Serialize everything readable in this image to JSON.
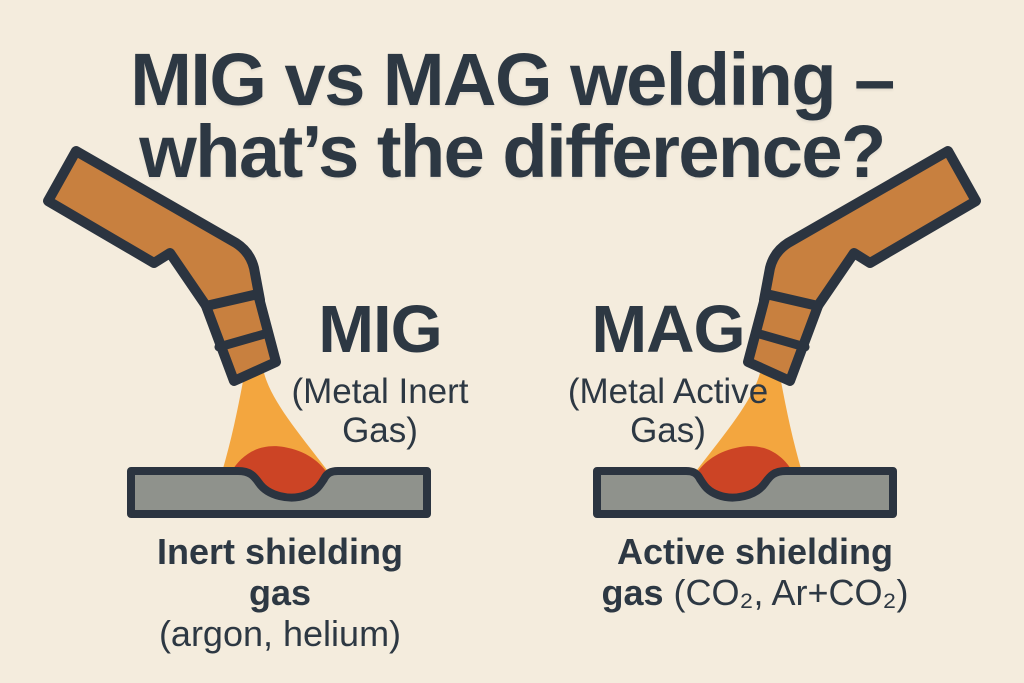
{
  "title": {
    "line1": "MIG vs MAG welding –",
    "line2": "what’s the difference?"
  },
  "mig": {
    "heading": "MIG",
    "subtitle_line1": "(Metal Inert",
    "subtitle_line2": "Gas)",
    "caption_line1": "Inert shielding",
    "caption_line2": "gas",
    "caption_note": "(argon, helium)"
  },
  "mag": {
    "heading": "MAG",
    "subtitle_line1": "(Metal Active",
    "subtitle_line2": "Gas)",
    "caption_line1": "Active shielding",
    "caption_line2_bold": "gas",
    "caption_line2_rest": "(CO₂, Ar+CO₂)"
  },
  "colors": {
    "background": "#f4ecdd",
    "ink": "#2d3843",
    "torch": "#c8803f",
    "flame": "#f3a63f",
    "weld_pool": "#cc4425",
    "plate": "#8f928c",
    "outline": "#2b3440"
  }
}
